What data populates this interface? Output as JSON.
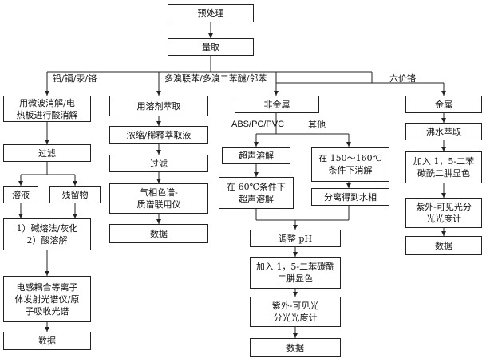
{
  "nodes": {
    "pretreat": "预处理",
    "measure": "量取",
    "microwave": "用微波消解/电\n热板进行酸消解",
    "filter1": "过滤",
    "solution": "溶液",
    "residue": "残留物",
    "fusion": "1）碱熔法/灰化\n2）酸溶解",
    "icp": "电感耦合等离子\n体发射光谱仪/原\n子吸收光谱",
    "data1": "数据",
    "solvent": "用溶剂萃取",
    "concentrate": "浓缩/稀释萃取液",
    "filter2": "过滤",
    "gcms": "气相色谱-\n质谱联用仪",
    "data2": "数据",
    "nonmetal": "非金属",
    "ultrasonic": "超声溶解",
    "heat": "在 150～160℃\n条件下消解",
    "ultra60": "在 60℃条件下\n超声溶解",
    "separate": "分离得到水相",
    "adjustph": "调整 pH",
    "addreagent": "加入 1，5-二苯碳酰\n二肼显色",
    "uvvis": "紫外-可见光\n分光光度计",
    "data3": "数据",
    "metal": "金属",
    "boil": "沸水萃取",
    "addreagent2": "加入 1，5-二苯\n碳酰二肼显色",
    "uvvis2": "紫外-可见光分\n光光度计",
    "data4": "数据"
  },
  "labels": {
    "metals": "铅/镉/汞/铬",
    "bromine": "多溴联苯/多溴二苯醚/邻苯",
    "cr6": "六价铬",
    "plastics": "ABS/PC/PVC",
    "others": "其他"
  }
}
